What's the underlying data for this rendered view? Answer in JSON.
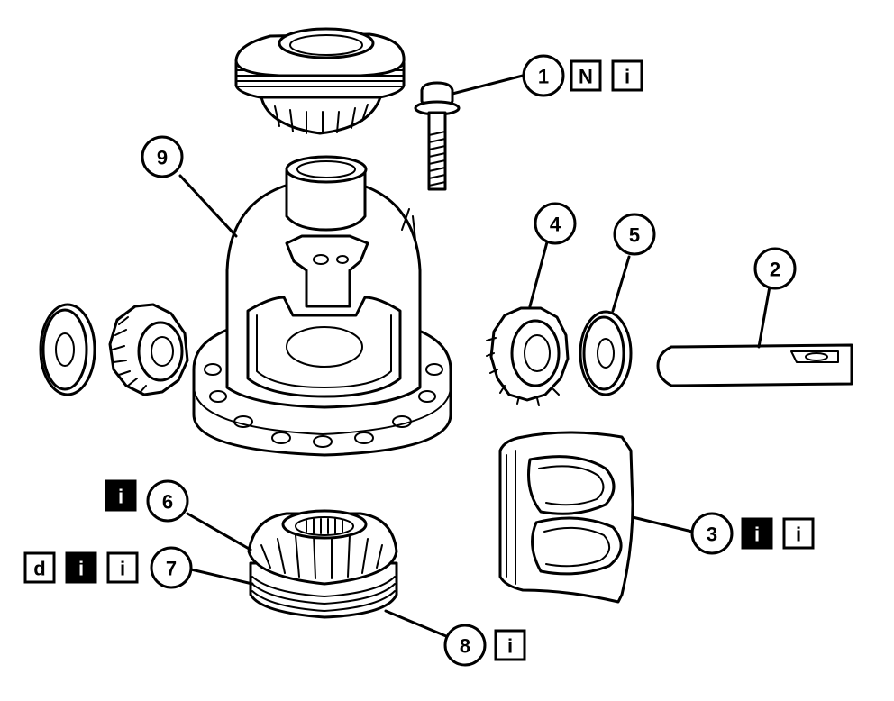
{
  "callouts": [
    {
      "id": "1",
      "label": "1"
    },
    {
      "id": "2",
      "label": "2"
    },
    {
      "id": "3",
      "label": "3"
    },
    {
      "id": "4",
      "label": "4"
    },
    {
      "id": "5",
      "label": "5"
    },
    {
      "id": "6",
      "label": "6"
    },
    {
      "id": "7",
      "label": "7"
    },
    {
      "id": "8",
      "label": "8"
    },
    {
      "id": "9",
      "label": "9"
    }
  ],
  "badges": {
    "c1": [
      {
        "glyph": "N",
        "style": "outline"
      },
      {
        "glyph": "i",
        "style": "outline"
      }
    ],
    "c3": [
      {
        "glyph": "i",
        "style": "solid"
      },
      {
        "glyph": "i",
        "style": "outline"
      }
    ],
    "c6": [
      {
        "glyph": "i",
        "style": "solid"
      }
    ],
    "c7": [
      {
        "glyph": "d",
        "style": "outline"
      },
      {
        "glyph": "i",
        "style": "solid"
      },
      {
        "glyph": "i",
        "style": "outline"
      }
    ],
    "c8": [
      {
        "glyph": "i",
        "style": "outline"
      }
    ]
  },
  "colors": {
    "line": "#000000",
    "background": "#ffffff"
  }
}
